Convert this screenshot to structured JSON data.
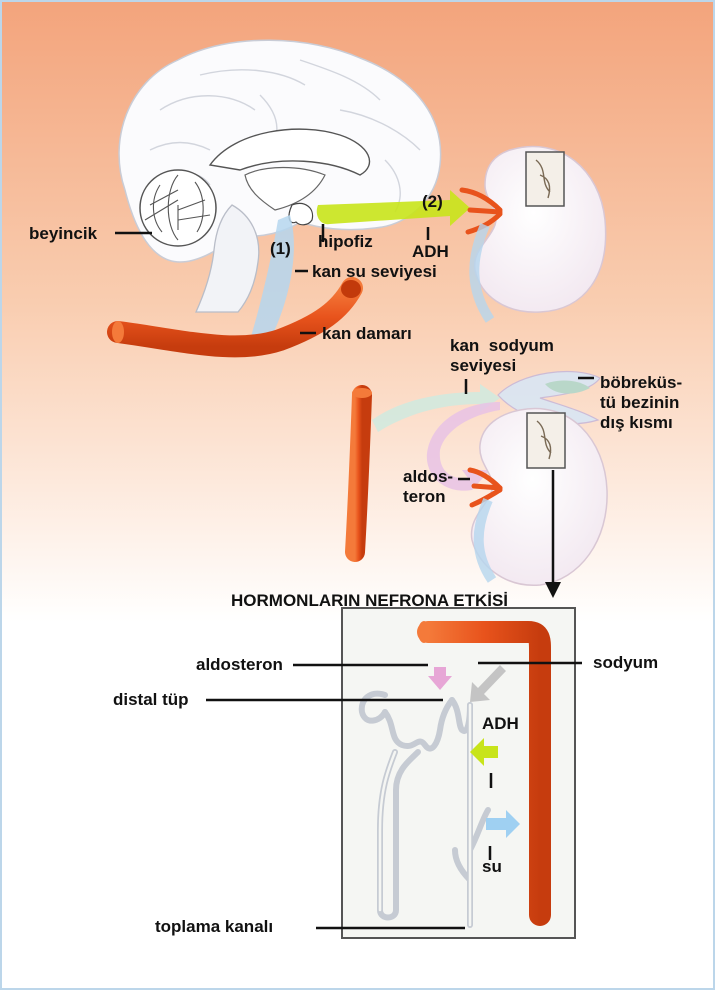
{
  "title": "HORMONLARIN NEFRONA ETKİSİ",
  "labels": {
    "beyincik": "beyincik",
    "hipofiz": "hipofiz",
    "step1": "(1)",
    "step2": "(2)",
    "adh_top": "ADH",
    "kan_su_seviyesi": "kan su seviyesi",
    "kan_damari": "kan damarı",
    "kan_sodyum_seviyesi": "kan  sodyum\nseviyesi",
    "bobrekustu": "böbreküs-\ntü bezinin\ndış kısmı",
    "aldosteron_mid": "aldos-\nteron",
    "aldosteron_nephron": "aldosteron",
    "distal_tup": "distal tüp",
    "sodyum": "sodyum",
    "adh_nephron": "ADH",
    "su": "su",
    "toplama_kanali": "toplama kanalı"
  },
  "colors": {
    "vessel": "#e8531c",
    "adh_arrow": "#c8e41a",
    "water_arrow": "#9fd0f2",
    "aldosterone_arrow": "#e7a6d6",
    "sodium_arrow": "#cccccc",
    "frame": "#bcd6ea"
  }
}
